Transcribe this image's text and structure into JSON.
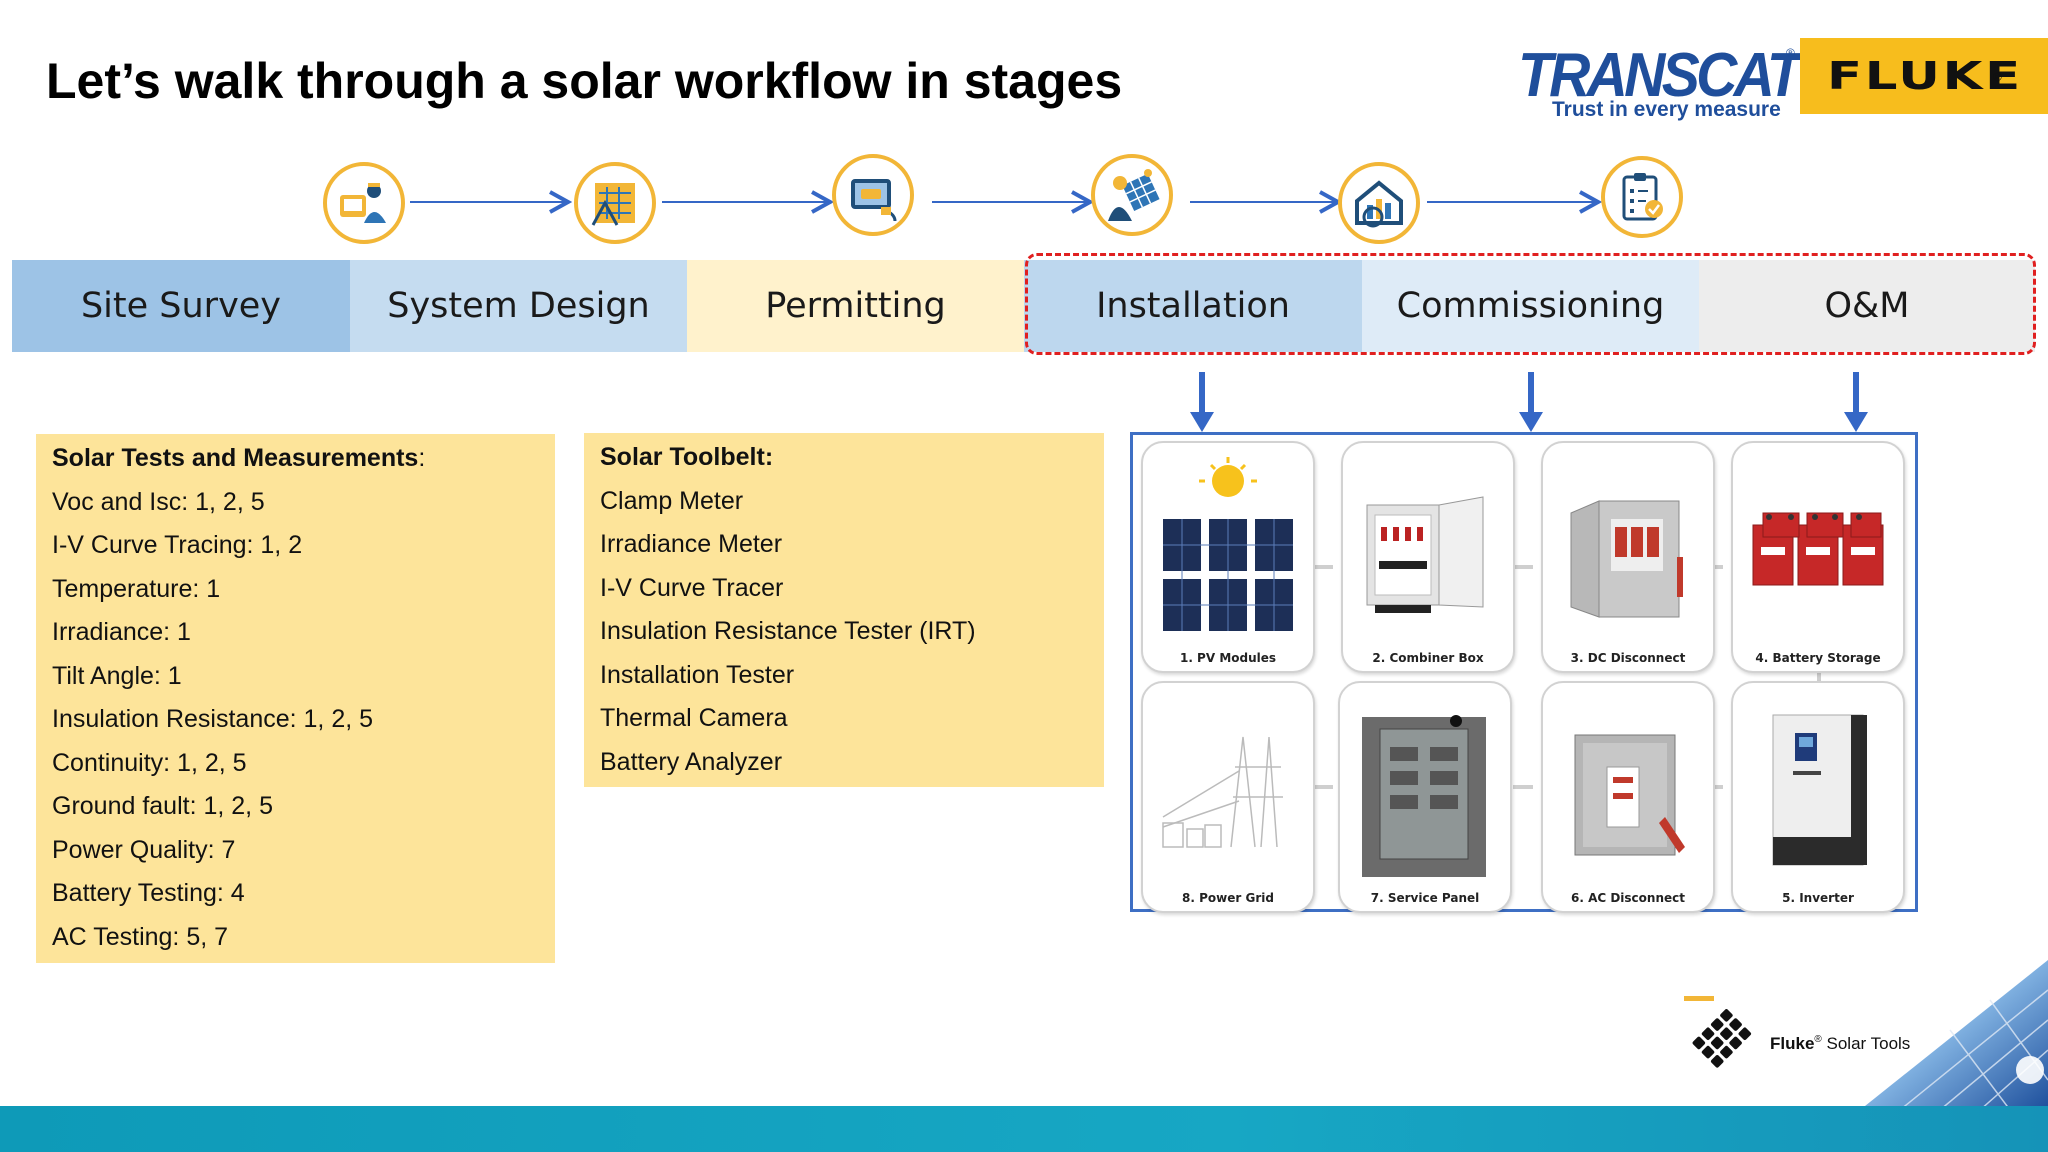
{
  "title": "Let’s walk through a solar workflow in stages",
  "logos": {
    "transcat": "TRANSCAT",
    "transcat_tagline": "Trust in every measure",
    "fluke": "FLUKE",
    "fluke_solar_brand": "Fluke",
    "fluke_solar_product": "Solar Tools",
    "registered_mark": "®"
  },
  "colors": {
    "stage_site_survey": "#9dc3e6",
    "stage_system_design": "#c5dcf0",
    "stage_permitting": "#fff2cc",
    "stage_installation": "#bdd7ee",
    "stage_commissioning": "#deebf7",
    "stage_om": "#ededed",
    "highlight_dash": "#e02020",
    "box_fill": "#fde49a",
    "arrow_blue": "#3567c6",
    "footer_teal": "#14a1bf"
  },
  "stages": [
    {
      "label": "Site Survey",
      "icon": "surveyor-icon"
    },
    {
      "label": "System Design",
      "icon": "blueprint-icon"
    },
    {
      "label": "Permitting",
      "icon": "permit-plug-icon"
    },
    {
      "label": "Installation",
      "icon": "installer-icon"
    },
    {
      "label": "Commissioning",
      "icon": "house-inspection-icon"
    },
    {
      "label": "O&M",
      "icon": "checklist-icon"
    }
  ],
  "tests_box": {
    "heading": "Solar Tests and Measurements",
    "heading_suffix": ":",
    "items": [
      "Voc and Isc: 1, 2, 5",
      "I-V Curve Tracing: 1, 2",
      "Temperature: 1",
      "Irradiance: 1",
      "Tilt Angle: 1",
      "Insulation Resistance: 1, 2, 5",
      "Continuity: 1, 2, 5",
      "Ground fault: 1, 2, 5",
      "Power Quality: 7",
      "Battery Testing: 4",
      "AC Testing: 5, 7"
    ]
  },
  "toolbelt_box": {
    "heading": "Solar Toolbelt:",
    "items": [
      "Clamp Meter",
      "Irradiance Meter",
      "I-V Curve Tracer",
      "Insulation Resistance Tester (IRT)",
      "Installation Tester",
      "Thermal Camera",
      "Battery Analyzer"
    ]
  },
  "components": [
    {
      "label": "1. PV Modules",
      "icon": "pv-modules-icon"
    },
    {
      "label": "2. Combiner Box",
      "icon": "combiner-box-icon"
    },
    {
      "label": "3. DC Disconnect",
      "icon": "dc-disconnect-icon"
    },
    {
      "label": "4. Battery Storage",
      "icon": "battery-storage-icon"
    },
    {
      "label": "8. Power Grid",
      "icon": "power-grid-icon"
    },
    {
      "label": "7. Service Panel",
      "icon": "service-panel-icon"
    },
    {
      "label": "6. AC Disconnect",
      "icon": "ac-disconnect-icon"
    },
    {
      "label": "5. Inverter",
      "icon": "inverter-icon"
    }
  ]
}
